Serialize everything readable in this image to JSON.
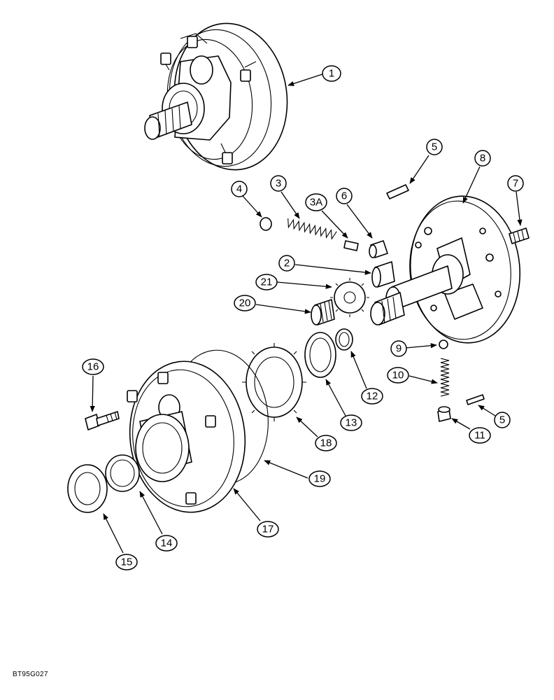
{
  "drawing_id": "BT95G027",
  "callouts": {
    "c1": "1",
    "c2": "2",
    "c3": "3",
    "c3a": "3A",
    "c4": "4",
    "c5_upper": "5",
    "c5_lower": "5",
    "c6": "6",
    "c7": "7",
    "c8": "8",
    "c9": "9",
    "c10": "10",
    "c11": "11",
    "c12": "12",
    "c13": "13",
    "c14": "14",
    "c15": "15",
    "c16": "16",
    "c17": "17",
    "c18": "18",
    "c19": "19",
    "c20": "20",
    "c21": "21"
  }
}
